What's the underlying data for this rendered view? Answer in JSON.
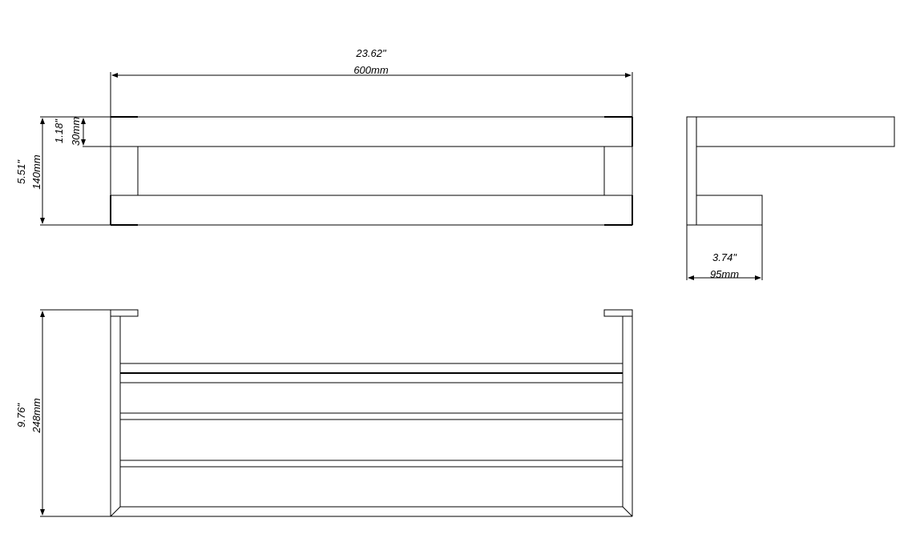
{
  "dimensions": {
    "overall_width": {
      "in": "23.62\"",
      "mm": "600mm"
    },
    "bar_thickness": {
      "in": "1.18\"",
      "mm": "30mm"
    },
    "overall_height": {
      "in": "5.51\"",
      "mm": "140mm"
    },
    "depth": {
      "in": "3.74\"",
      "mm": "95mm"
    },
    "front_height": {
      "in": "9.76\"",
      "mm": "248mm"
    }
  }
}
